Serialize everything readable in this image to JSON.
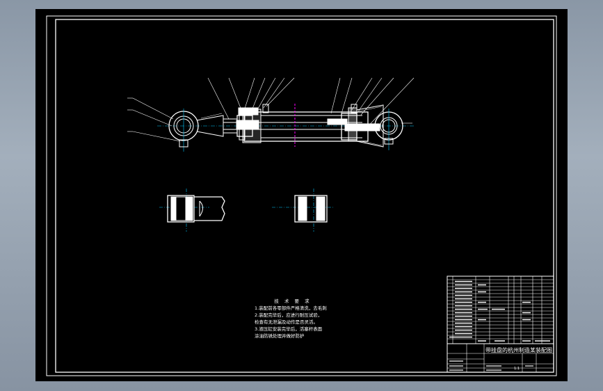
{
  "colors": {
    "background": "#8d99a8",
    "sheet": "#000000",
    "line": "#ffffff",
    "center": "#00c8ff",
    "section_mark": "#ff00ff"
  },
  "tech_requirements": {
    "title": "技 术 要 求",
    "items": [
      "1.装配前各零部件严格清洗，去毛刺",
      "2.装配完毕后，应进行耐压试验，",
      "检查有无泄漏及动作是否灵活。",
      "3.液压缸安装完毕后，活塞杆表面",
      "涂油防锈处理并做好防护"
    ]
  },
  "title_block": {
    "drawing_name": "带挂盘的杭州制造某装配图",
    "scale": "1:1"
  }
}
